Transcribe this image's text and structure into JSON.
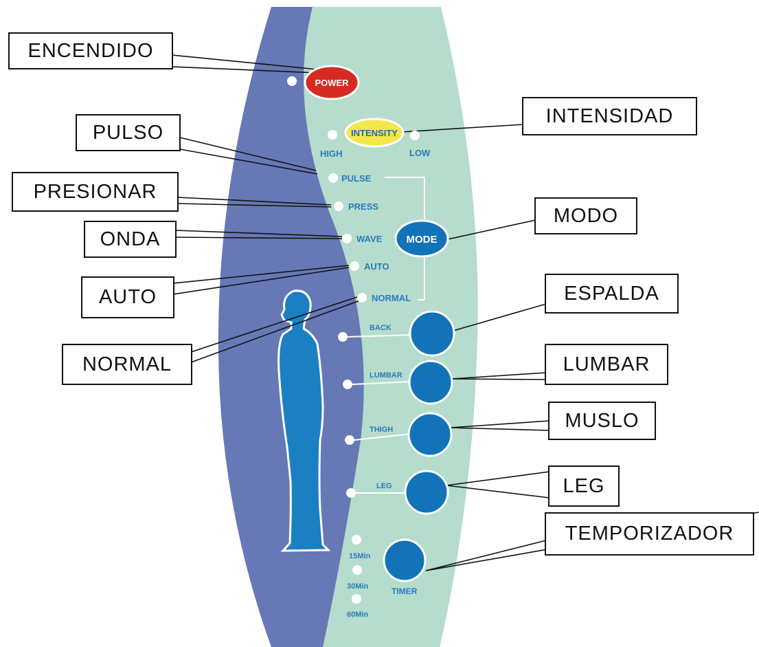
{
  "colors": {
    "panel_blue": "#6678b5",
    "panel_green": "#b5dccc",
    "button_blue": "#1273b8",
    "power_red": "#d62b23",
    "intensity_yellow": "#f3e84a",
    "label_blue": "#2a7bbf",
    "figure_blue": "#1a80c2"
  },
  "panel": {
    "power": "POWER",
    "intensity": "INTENSITY",
    "high": "HIGH",
    "low": "LOW",
    "pulse": "PULSE",
    "press": "PRESS",
    "wave": "WAVE",
    "auto": "AUTO",
    "normal": "NORMAL",
    "mode": "MODE",
    "back": "BACK",
    "lumbar": "LUMBAR",
    "thigh": "THIGH",
    "leg": "LEG",
    "timer": "TIMER",
    "t15": "15Min",
    "t30": "30Min",
    "t60": "60Min"
  },
  "callouts": {
    "encendido": "ENCENDIDO",
    "intensidad": "INTENSIDAD",
    "pulso": "PULSO",
    "presionar": "PRESIONAR",
    "modo": "MODO",
    "onda": "ONDA",
    "auto": "AUTO",
    "espalda": "ESPALDA",
    "normal": "NORMAL",
    "lumbar": "LUMBAR",
    "muslo": "MUSLO",
    "leg": "LEG",
    "temporizador": "TEMPORIZADOR"
  }
}
